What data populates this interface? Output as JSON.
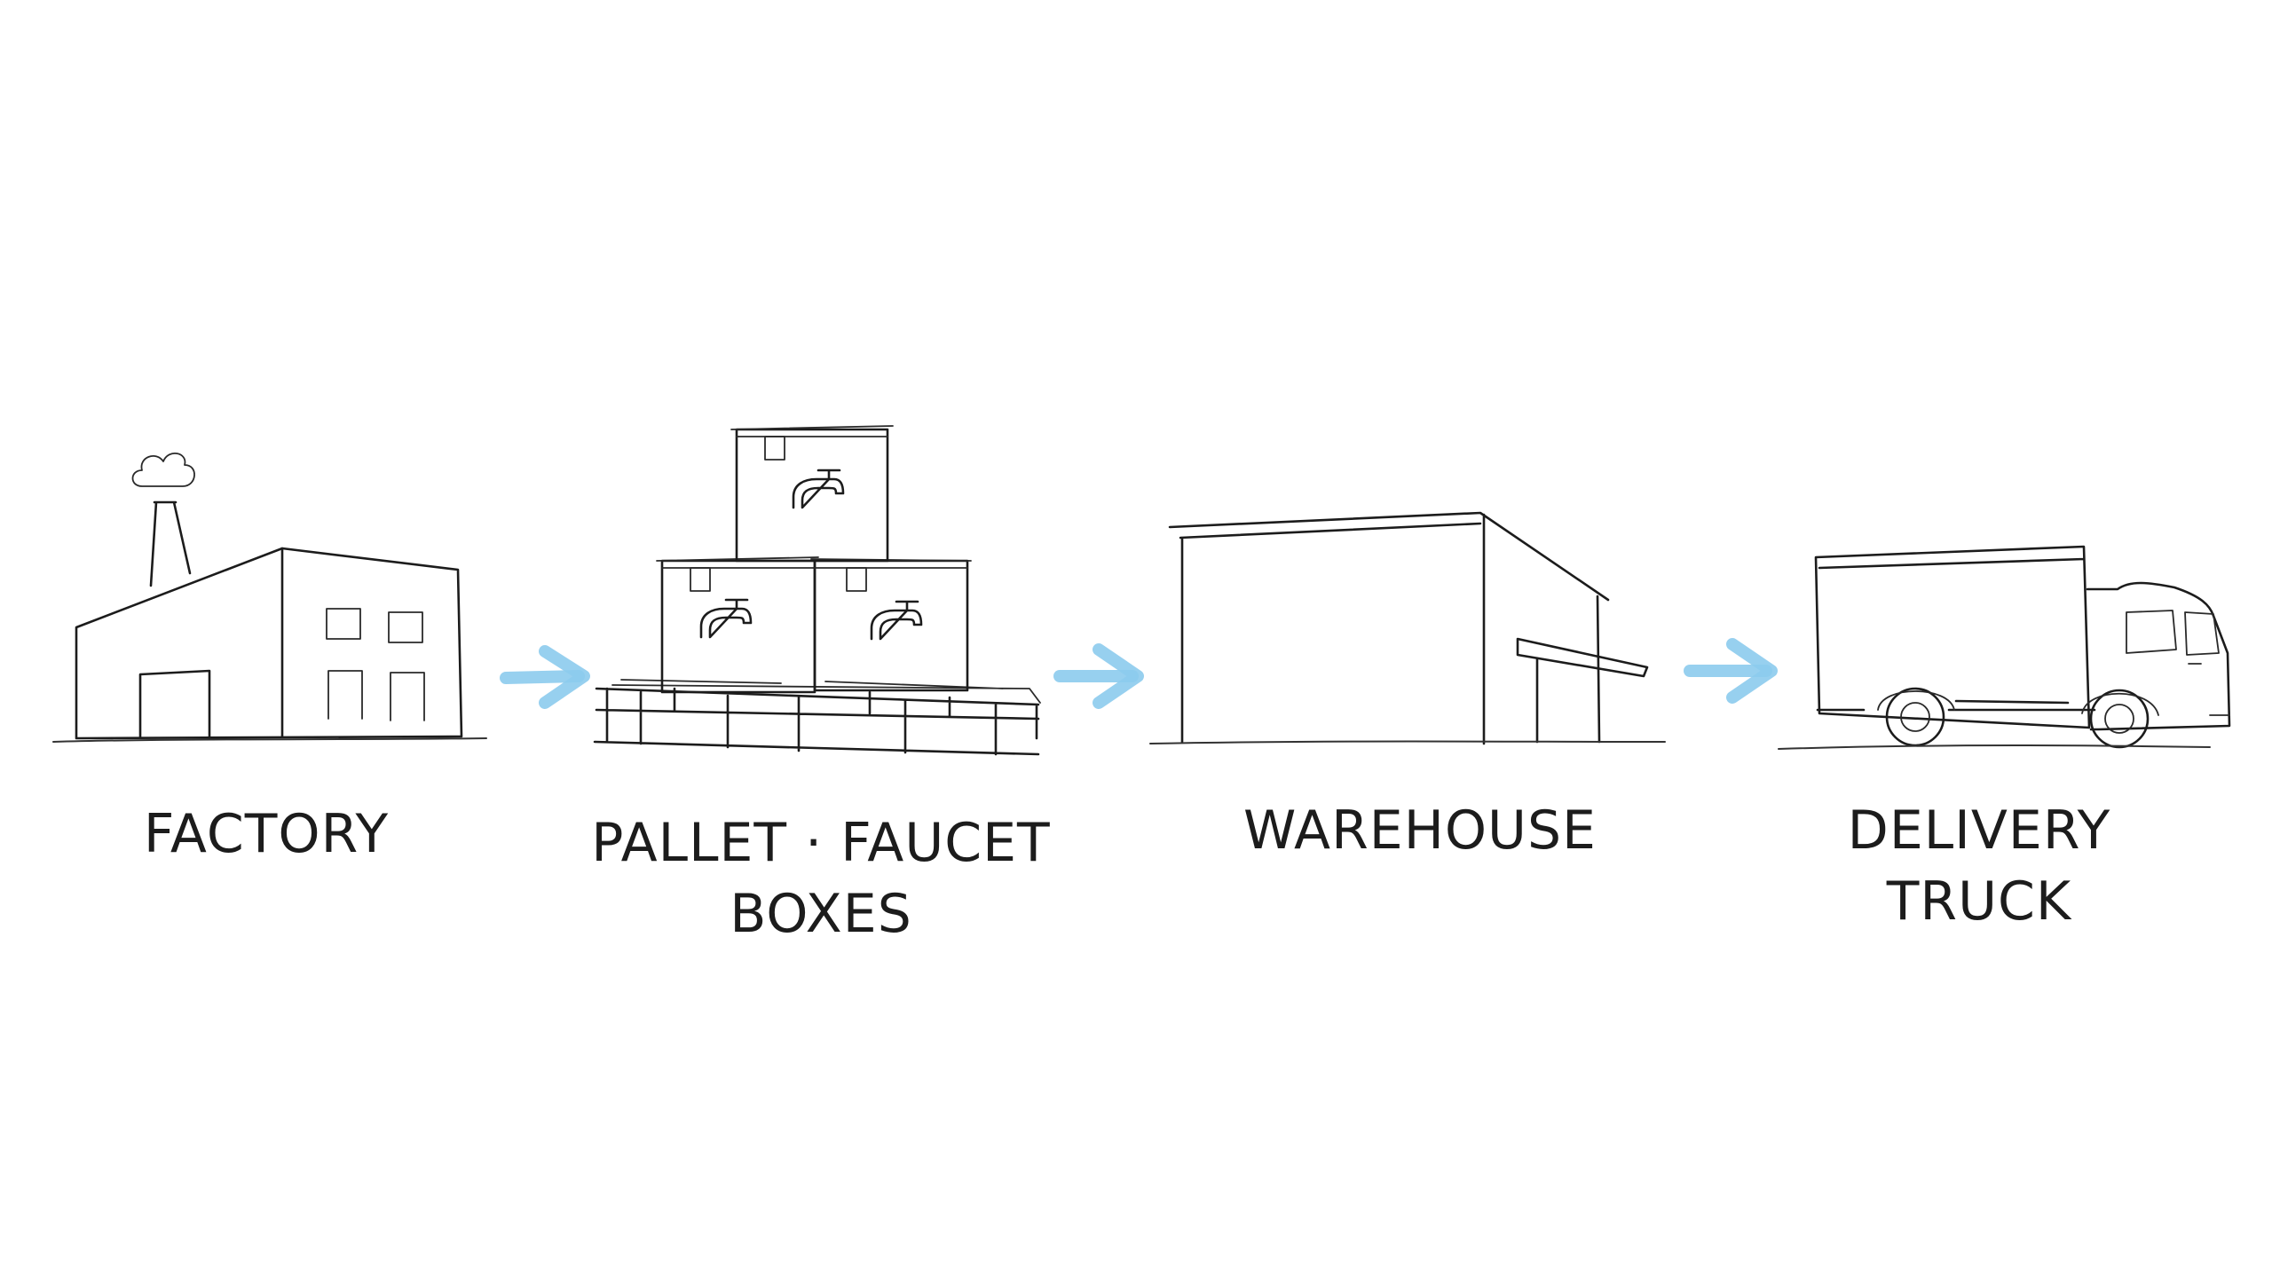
{
  "colors": {
    "ink": "#1c1c1c",
    "arrow": "#8ccbed",
    "background": "#ffffff"
  },
  "steps": [
    {
      "label": "FACTORY",
      "icon": "factory-icon"
    },
    {
      "label": "PALLET · FAUCET",
      "label_line2": "BOXES",
      "icon": "pallet-faucet-boxes-icon"
    },
    {
      "label": "WAREHOUSE",
      "icon": "warehouse-icon"
    },
    {
      "label": "DELIVERY",
      "label_line2": "TRUCK",
      "icon": "delivery-truck-icon"
    }
  ],
  "connectors": [
    "arrow-right-icon",
    "arrow-right-icon",
    "arrow-right-icon"
  ]
}
